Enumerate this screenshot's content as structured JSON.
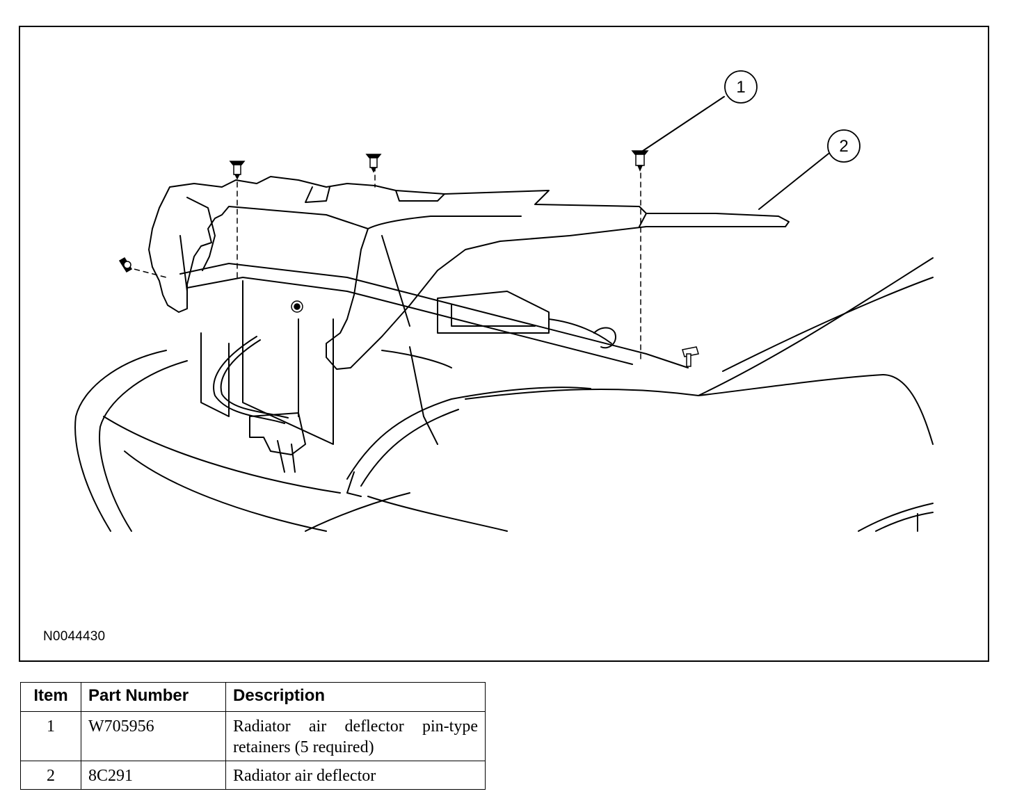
{
  "figure": {
    "id": "N0044430",
    "callouts": [
      "1",
      "2"
    ]
  },
  "table": {
    "headers": {
      "item": "Item",
      "part_number": "Part Number",
      "description": "Description"
    },
    "rows": [
      {
        "item": "1",
        "part_number": "W705956",
        "description": "Radiator air deflector pin-type retainers (5 required)"
      },
      {
        "item": "2",
        "part_number": "8C291",
        "description": "Radiator air deflector"
      }
    ]
  }
}
